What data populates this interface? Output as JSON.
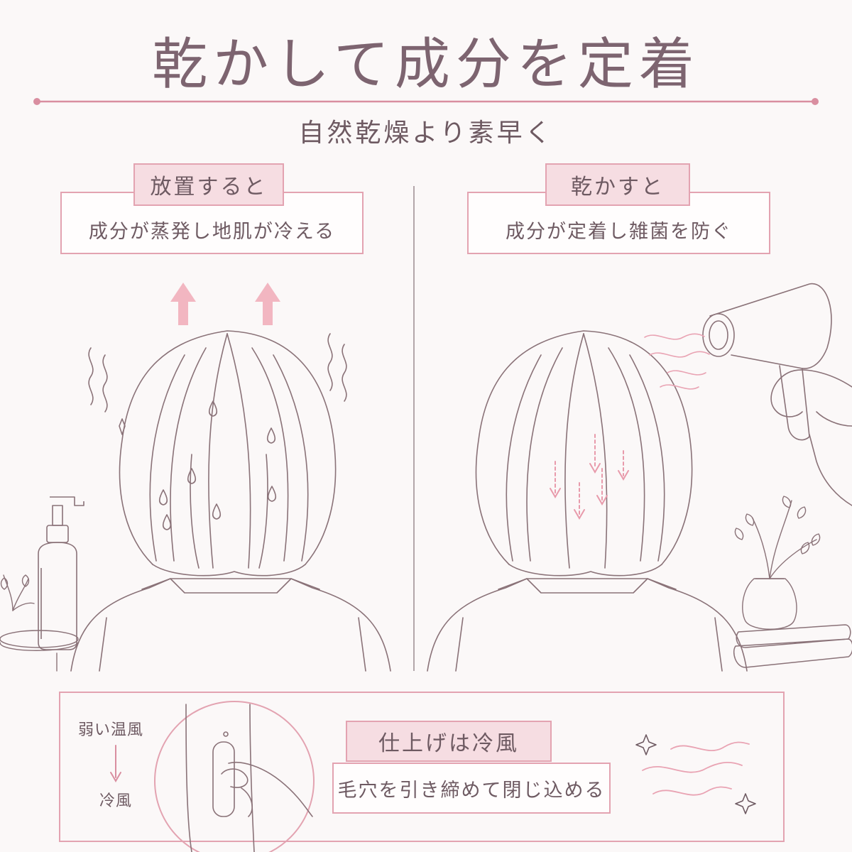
{
  "header": {
    "title": "乾かして成分を定着",
    "subtitle": "自然乾燥より素早く"
  },
  "left_panel": {
    "tag": "放置すると",
    "caption": "成分が蒸発し地肌が冷える"
  },
  "right_panel": {
    "tag": "乾かすと",
    "caption": "成分が定着し雑菌を防ぐ"
  },
  "bottom_panel": {
    "step_from": "弱い温風",
    "step_to": "冷風",
    "tag": "仕上げは冷風",
    "caption": "毛穴を引き締めて閉じ込める"
  },
  "colors": {
    "accent_pink": "#e3a3b1",
    "tag_fill": "#f6dde2",
    "line": "#8a7278",
    "title_text": "#7d6470"
  },
  "icons": [
    "up-arrow-icon",
    "heat-wave-icon",
    "water-drop-icon",
    "down-arrow-icon",
    "sparkle-icon",
    "hair-dryer-icon",
    "serum-bottle-icon",
    "plant-icon",
    "towel-icon"
  ]
}
